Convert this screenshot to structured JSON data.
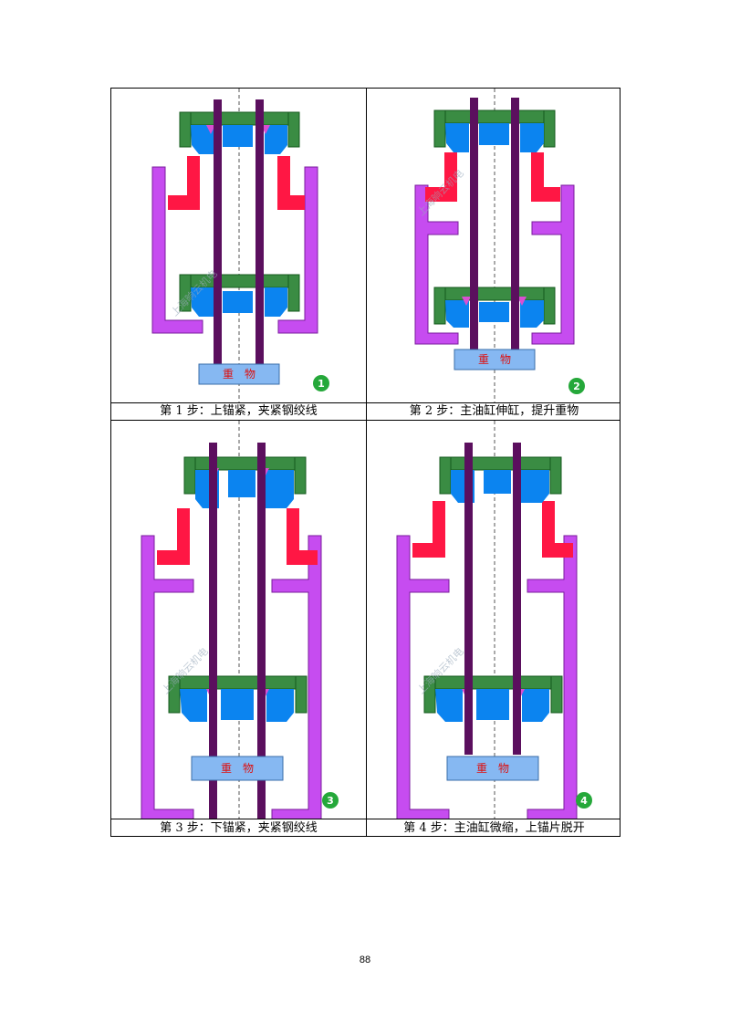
{
  "panels": [
    {
      "step_label": "第 1 步：上锚紧，夹紧钢绞线",
      "number": "1",
      "weight_label": "重　物",
      "watermark": "上海晌云机电"
    },
    {
      "step_label": "第 2 步：主油缸伸缸，提升重物",
      "number": "2",
      "weight_label": "重　物",
      "watermark": "上海晌云机电"
    },
    {
      "step_label": "第 3 步：下锚紧，夹紧钢绞线",
      "number": "3",
      "weight_label": "重　物",
      "watermark": "上海晌云机电"
    },
    {
      "step_label": "第 4 步：主油缸微缩，上锚片脱开",
      "number": "4",
      "weight_label": "重　物",
      "watermark": "上海晌云机电"
    }
  ],
  "page_number": "88",
  "colors": {
    "strand": "#5b0f5e",
    "anchor_frame": "#3a8c43",
    "wedge": "#0b84f0",
    "wedge_tip": "#d94fd1",
    "piston": "#ff1744",
    "cylinder": "#c64cf0",
    "weight_fill": "#86b8f2",
    "weight_text": "#d11",
    "badge": "#25a83a"
  }
}
